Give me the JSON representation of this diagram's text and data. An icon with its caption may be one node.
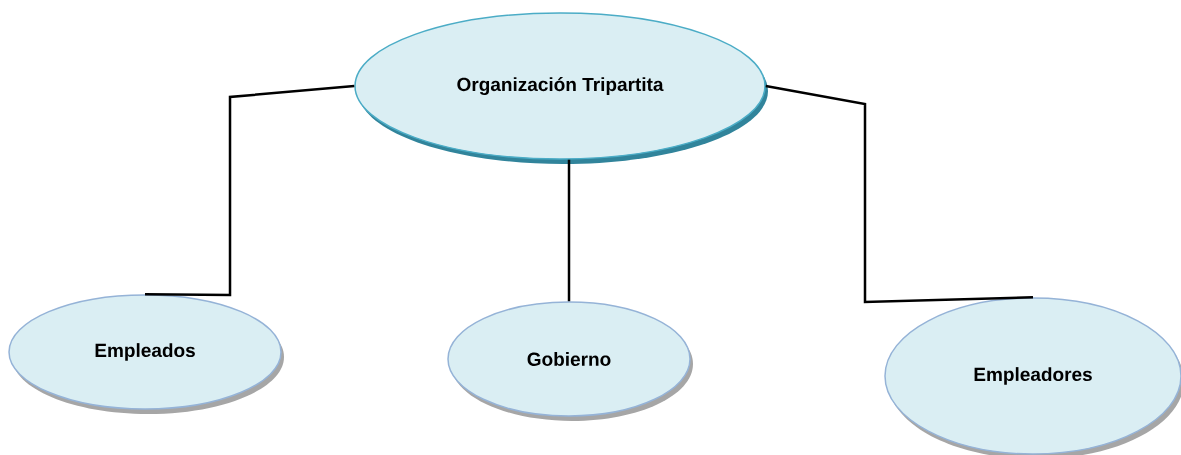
{
  "diagram": {
    "nodes": [
      {
        "text": [
          "Organización Tripartita"
        ]
      },
      {
        "text": [
          "Empleados"
        ]
      },
      {
        "text": [
          "Gobierno"
        ]
      },
      {
        "text": [
          "Empleadores"
        ]
      }
    ],
    "edges": [
      {
        "from": 0,
        "to": 1,
        "arrow": "none"
      },
      {
        "from": 0,
        "to": 2,
        "arrow": "none"
      },
      {
        "from": 0,
        "to": 3,
        "arrow": "none"
      }
    ]
  }
}
